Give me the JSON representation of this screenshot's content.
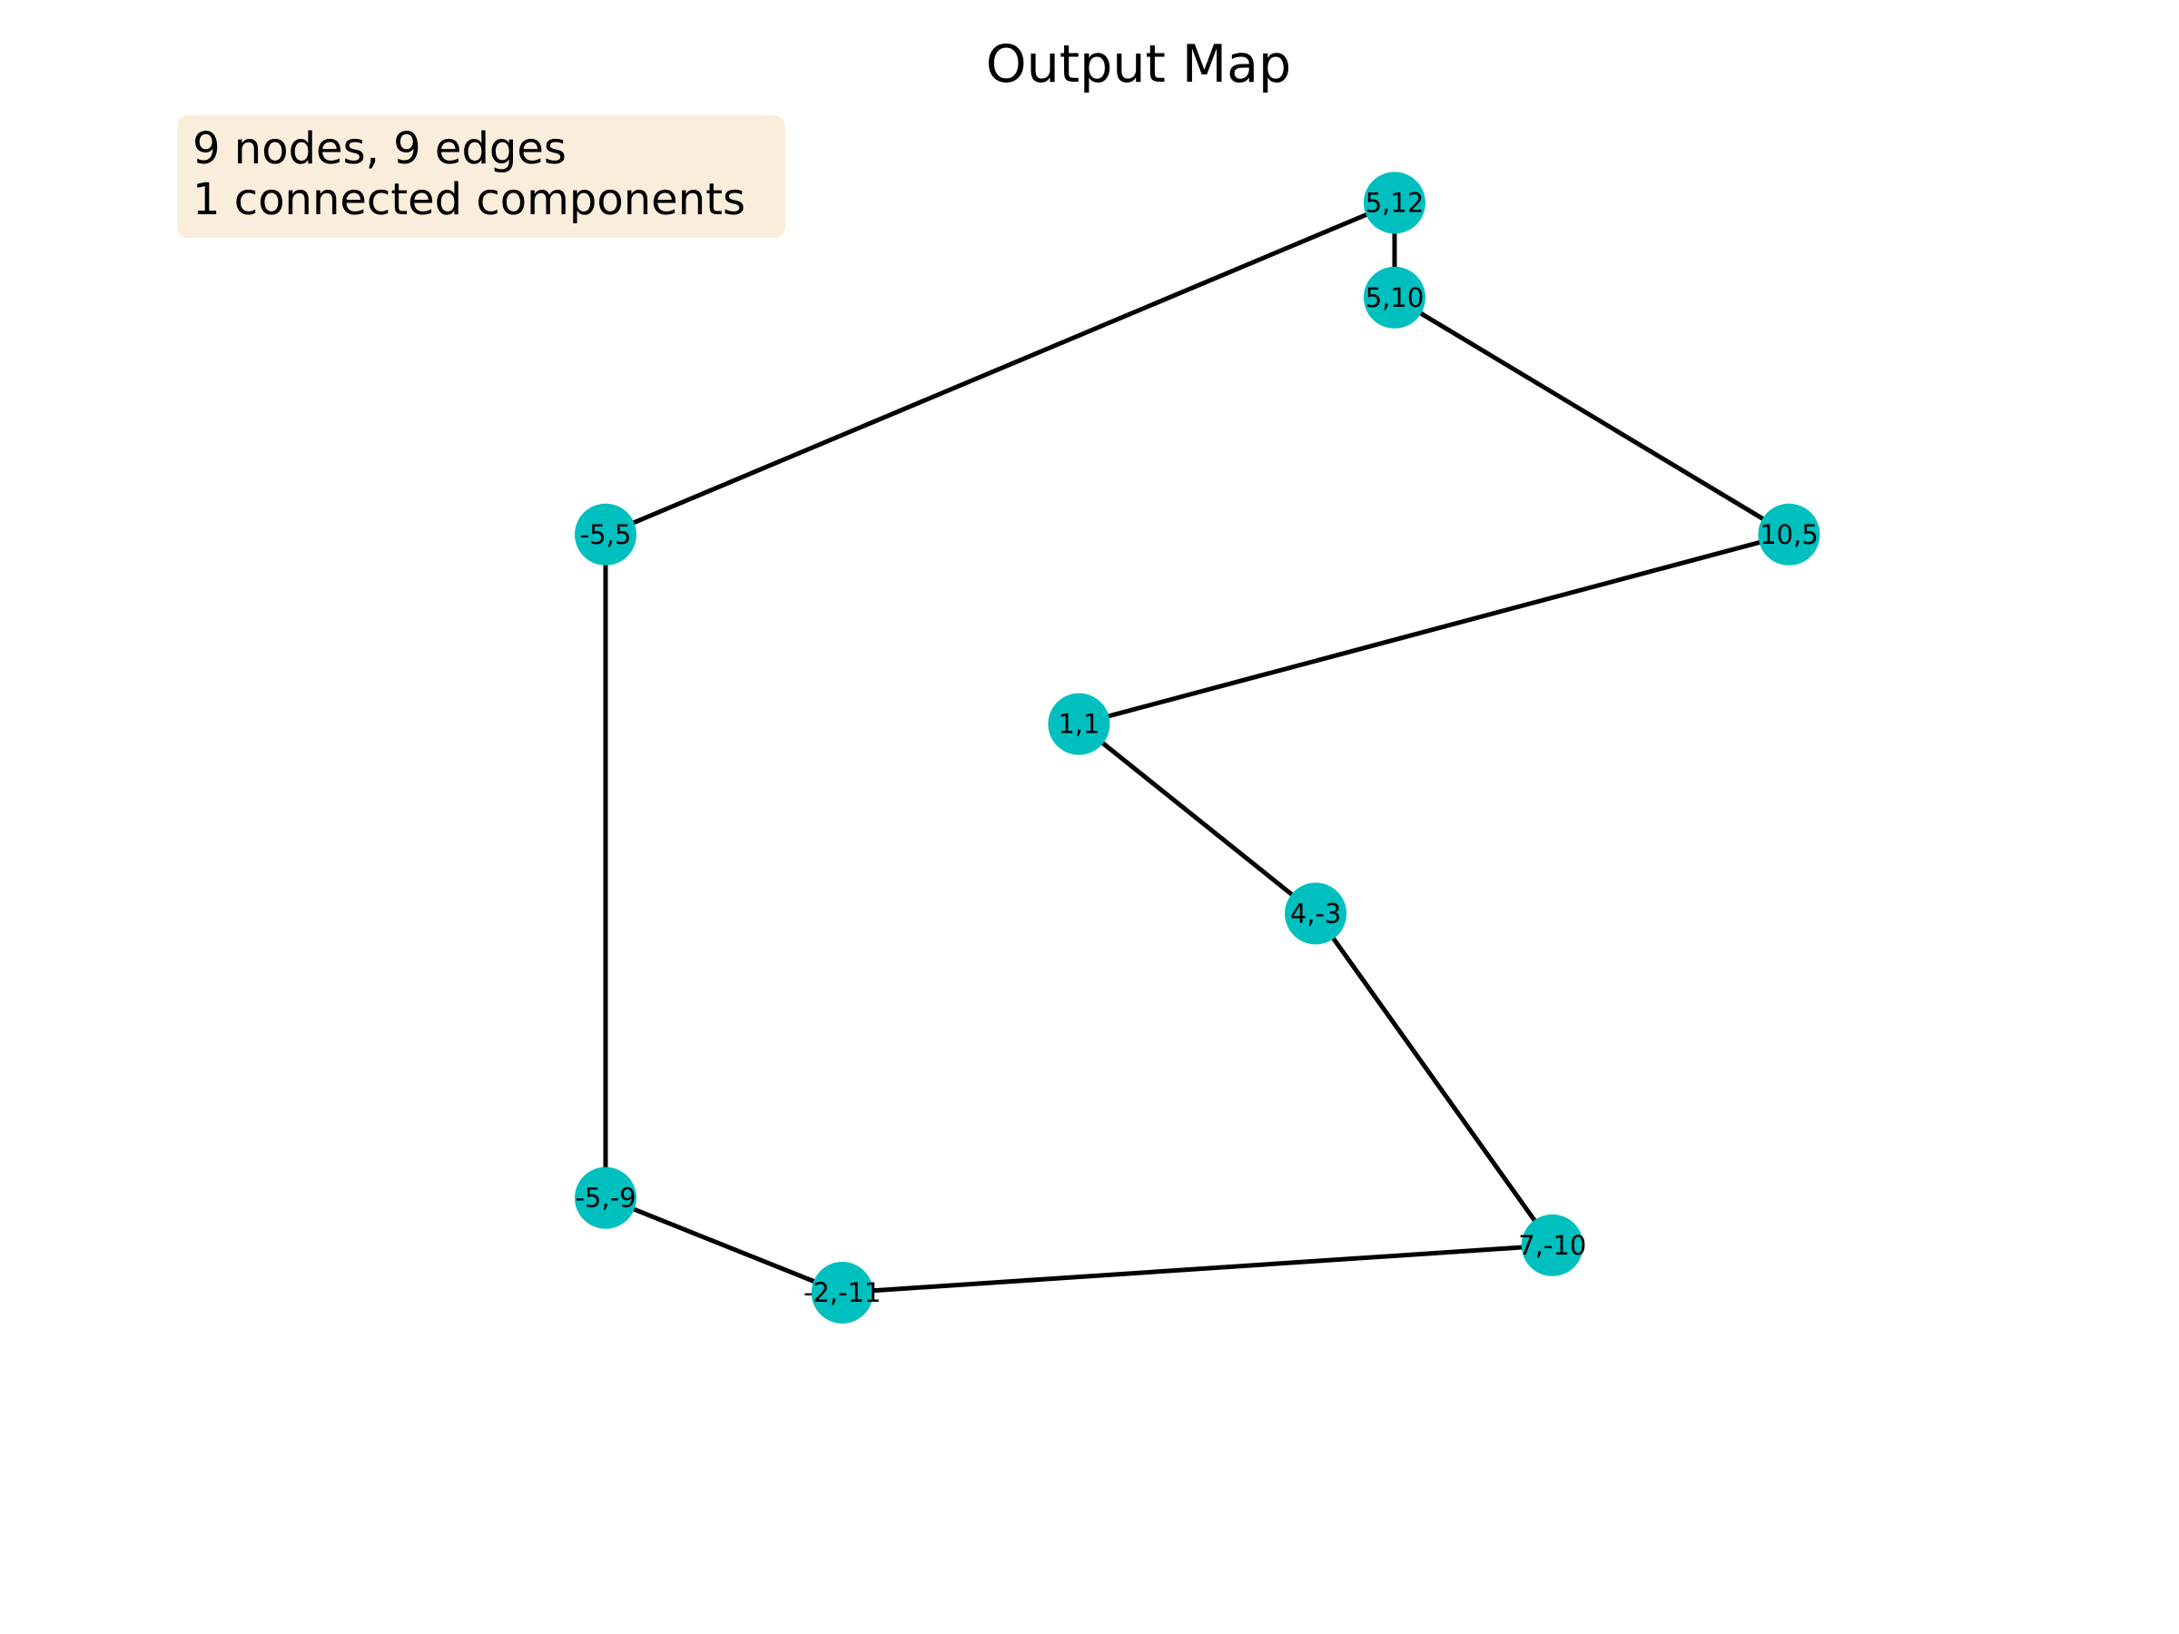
{
  "title": "Output Map",
  "info": {
    "line1": "9 nodes, 9 edges",
    "line2": "1 connected components"
  },
  "colors": {
    "node": "#00bfbf",
    "edge": "#000000",
    "info_box": "#f9eedb"
  },
  "graph": {
    "nodes": [
      {
        "id": "5,12",
        "label": "5,12",
        "x": 5,
        "y": 12
      },
      {
        "id": "5,10",
        "label": "5,10",
        "x": 5,
        "y": 10
      },
      {
        "id": "-5,5",
        "label": "-5,5",
        "x": -5,
        "y": 5
      },
      {
        "id": "10,5",
        "label": "10,5",
        "x": 10,
        "y": 5
      },
      {
        "id": "1,1",
        "label": "1,1",
        "x": 1,
        "y": 1
      },
      {
        "id": "4,-3",
        "label": "4,-3",
        "x": 4,
        "y": -3
      },
      {
        "id": "-5,-9",
        "label": "-5,-9",
        "x": -5,
        "y": -9
      },
      {
        "id": "7,-10",
        "label": "7,-10",
        "x": 7,
        "y": -10
      },
      {
        "id": "-2,-11",
        "label": "-2,-11",
        "x": -2,
        "y": -11
      }
    ],
    "edges": [
      [
        "5,12",
        "5,10"
      ],
      [
        "5,12",
        "-5,5"
      ],
      [
        "5,10",
        "10,5"
      ],
      [
        "10,5",
        "1,1"
      ],
      [
        "1,1",
        "4,-3"
      ],
      [
        "4,-3",
        "7,-10"
      ],
      [
        "7,-10",
        "-2,-11"
      ],
      [
        "-2,-11",
        "-5,-9"
      ],
      [
        "-5,-9",
        "-5,5"
      ]
    ]
  }
}
